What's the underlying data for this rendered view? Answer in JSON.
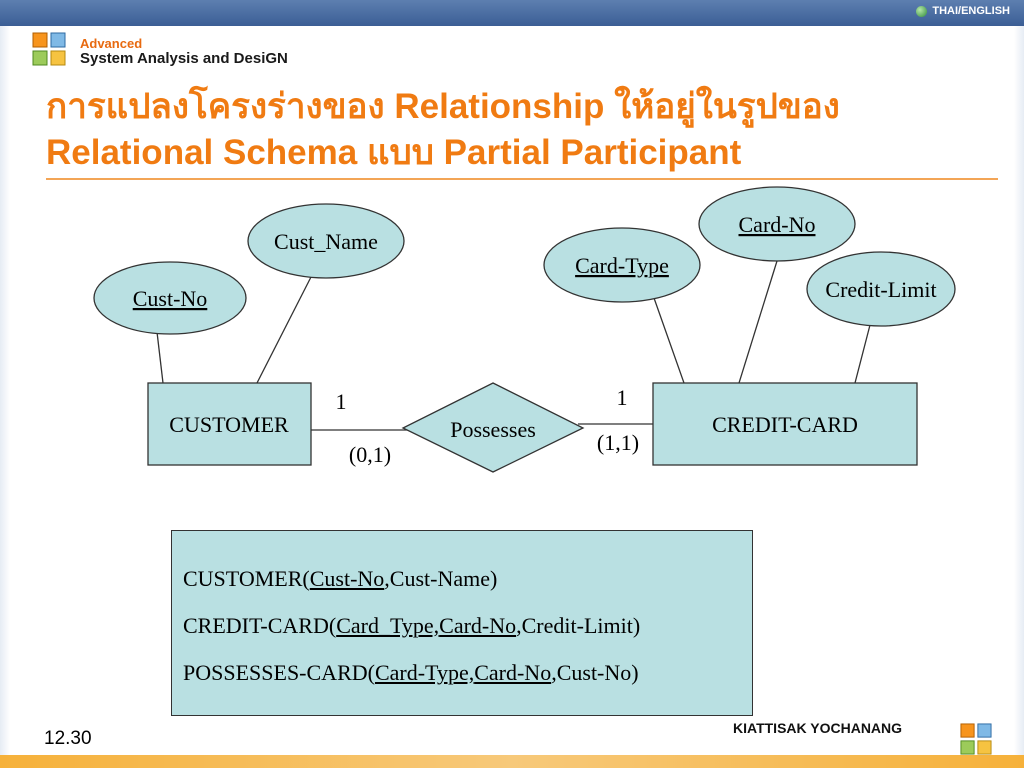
{
  "header": {
    "lang_link": "THAI/ENGLISH",
    "course_line1": "Advanced",
    "course_line2": "System Analysis and DesiGN"
  },
  "slide": {
    "title_line1": "การแปลงโครงร่างของ Relationship ให้อยู่ในรูปของ",
    "title_line2": "Relational Schema แบบ Partial Participant"
  },
  "diagram": {
    "entities": {
      "customer": "CUSTOMER",
      "credit_card": "CREDIT-CARD"
    },
    "relationship": "Possesses",
    "attributes": {
      "cust_no": "Cust-No",
      "cust_name": "Cust_Name",
      "card_type": "Card-Type",
      "card_no": "Card-No",
      "credit_limit": "Credit-Limit"
    },
    "cardinality": {
      "customer_side": "1",
      "credit_card_side": "1",
      "customer_participation": "(0,1)",
      "credit_card_participation": "(1,1)"
    },
    "colors": {
      "shape_fill": "#b9e0e2",
      "stroke": "#333333"
    }
  },
  "schema": {
    "line1": {
      "table": "CUSTOMER(",
      "keys": [
        "Cust-No"
      ],
      "rest": ",Cust-Name)"
    },
    "line2": {
      "table": "CREDIT-CARD(",
      "keys": [
        "Card_Type,",
        "Card-No"
      ],
      "rest": ",Credit-Limit)"
    },
    "line3": {
      "table": "POSSESSES-CARD(",
      "keys": [
        "Card-Type,",
        "Card-No"
      ],
      "rest": ",Cust-No)"
    }
  },
  "footer": {
    "page_number": "12.30",
    "author": "KIATTISAK YOCHANANG"
  },
  "theme": {
    "title_color": "#f07b12",
    "accent": "#f3a556",
    "header_bar": "#3b5e95"
  }
}
